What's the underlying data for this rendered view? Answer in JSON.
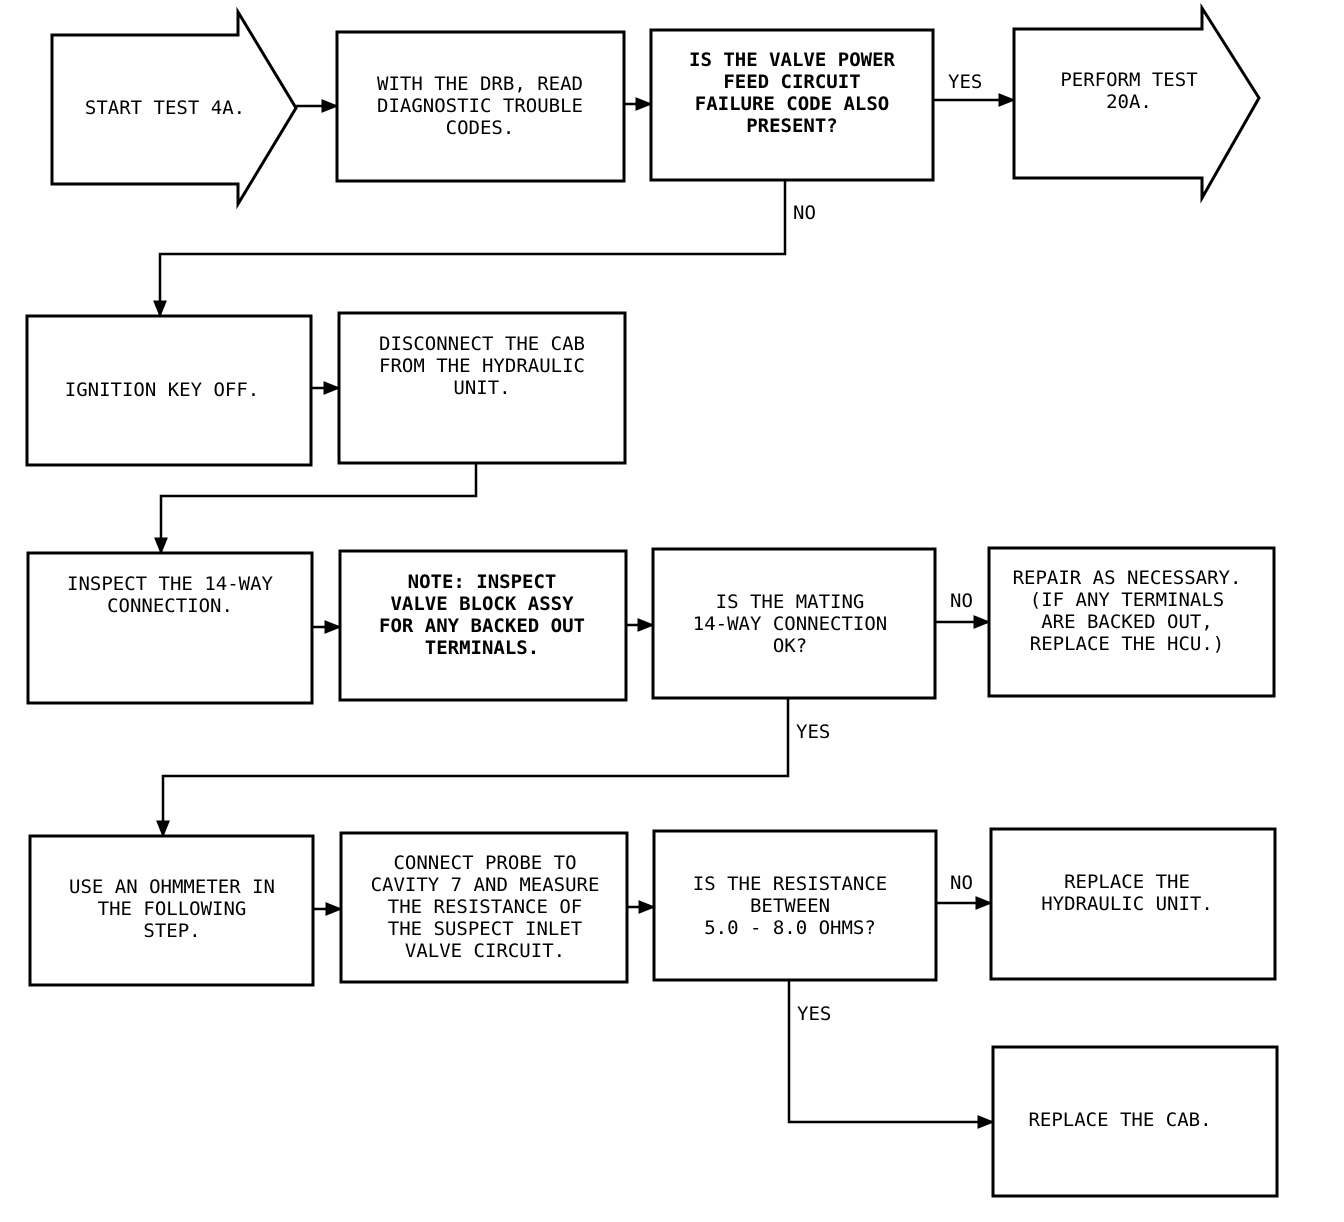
{
  "steps": {
    "start": {
      "lines": [
        "START TEST 4A."
      ]
    },
    "read_codes": {
      "lines": [
        "WITH THE DRB, READ",
        "DIAGNOSTIC TROUBLE",
        "CODES."
      ]
    },
    "valve_power_q": {
      "lines": [
        "IS THE VALVE POWER",
        "FEED CIRCUIT",
        "FAILURE CODE ALSO",
        "PRESENT?"
      ]
    },
    "perform_20a": {
      "lines": [
        "PERFORM TEST",
        "20A."
      ]
    },
    "ignition_off": {
      "lines": [
        "IGNITION KEY OFF."
      ]
    },
    "disconnect_cab": {
      "lines": [
        "DISCONNECT THE CAB",
        "FROM THE HYDRAULIC",
        "UNIT."
      ]
    },
    "inspect_14way": {
      "lines": [
        "INSPECT THE 14-WAY",
        "CONNECTION."
      ]
    },
    "note": {
      "lines": [
        "NOTE:  INSPECT",
        "VALVE BLOCK ASSY",
        "FOR ANY BACKED OUT",
        "TERMINALS."
      ]
    },
    "mating_q": {
      "lines": [
        "IS THE MATING",
        "14-WAY CONNECTION",
        "OK?"
      ]
    },
    "repair": {
      "lines": [
        "REPAIR AS NECESSARY.",
        "(IF ANY TERMINALS",
        "ARE BACKED OUT,",
        "REPLACE THE HCU.)"
      ]
    },
    "use_ohmmeter": {
      "lines": [
        "USE AN OHMMETER IN",
        "THE FOLLOWING",
        "STEP."
      ]
    },
    "connect_probe": {
      "lines": [
        "CONNECT PROBE TO",
        "CAVITY 7 AND MEASURE",
        "THE RESISTANCE OF",
        "THE SUSPECT INLET",
        "VALVE CIRCUIT."
      ]
    },
    "resistance_q": {
      "lines": [
        "IS THE RESISTANCE",
        "BETWEEN",
        "5.0 - 8.0 OHMS?"
      ]
    },
    "replace_hu": {
      "lines": [
        "REPLACE THE",
        "HYDRAULIC UNIT."
      ]
    },
    "replace_cab": {
      "lines": [
        "REPLACE THE CAB."
      ]
    }
  },
  "labels": {
    "yes_1": "YES",
    "no_1": "NO",
    "no_2": "NO",
    "yes_2": "YES",
    "no_3": "NO",
    "yes_3": "YES"
  }
}
